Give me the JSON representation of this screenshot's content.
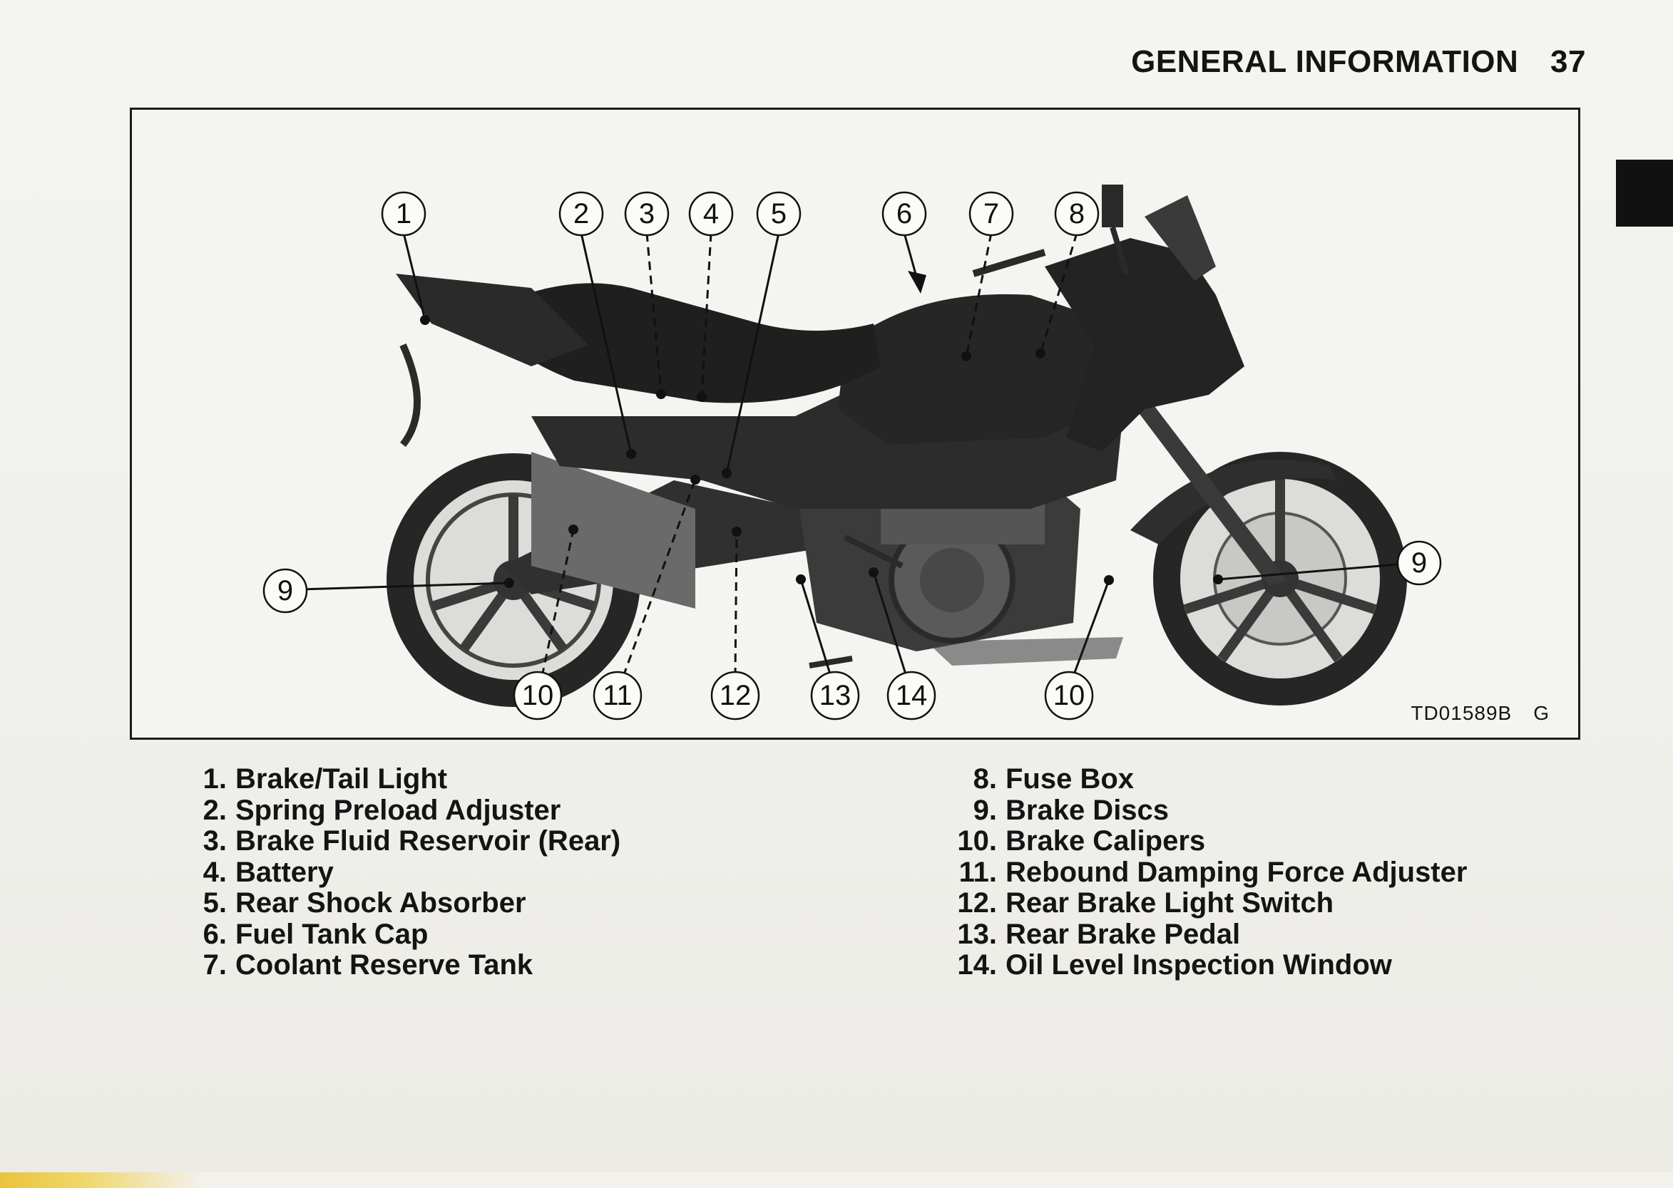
{
  "header": {
    "section": "GENERAL INFORMATION",
    "page": "37"
  },
  "figure": {
    "code": "TD01589B",
    "code_suffix": "G",
    "callouts": [
      "1",
      "2",
      "3",
      "4",
      "5",
      "6",
      "7",
      "8",
      "9",
      "9",
      "10",
      "11",
      "12",
      "13",
      "14",
      "10"
    ]
  },
  "legend": {
    "left": [
      {
        "n": "1.",
        "label": "Brake/Tail Light"
      },
      {
        "n": "2.",
        "label": "Spring Preload Adjuster"
      },
      {
        "n": "3.",
        "label": "Brake Fluid Reservoir (Rear)"
      },
      {
        "n": "4.",
        "label": "Battery"
      },
      {
        "n": "5.",
        "label": "Rear Shock Absorber"
      },
      {
        "n": "6.",
        "label": "Fuel Tank Cap"
      },
      {
        "n": "7.",
        "label": "Coolant Reserve Tank"
      }
    ],
    "right": [
      {
        "n": "8.",
        "label": "Fuse Box"
      },
      {
        "n": "9.",
        "label": "Brake Discs"
      },
      {
        "n": "10.",
        "label": "Brake Calipers"
      },
      {
        "n": "11.",
        "label": "Rebound Damping Force Adjuster"
      },
      {
        "n": "12.",
        "label": "Rear Brake Light Switch"
      },
      {
        "n": "13.",
        "label": "Rear Brake Pedal"
      },
      {
        "n": "14.",
        "label": "Oil Level Inspection Window"
      }
    ]
  },
  "colors": {
    "ink": "#141414",
    "paper": "#f3f2ee",
    "motorcycle": "#2e2e2e"
  }
}
